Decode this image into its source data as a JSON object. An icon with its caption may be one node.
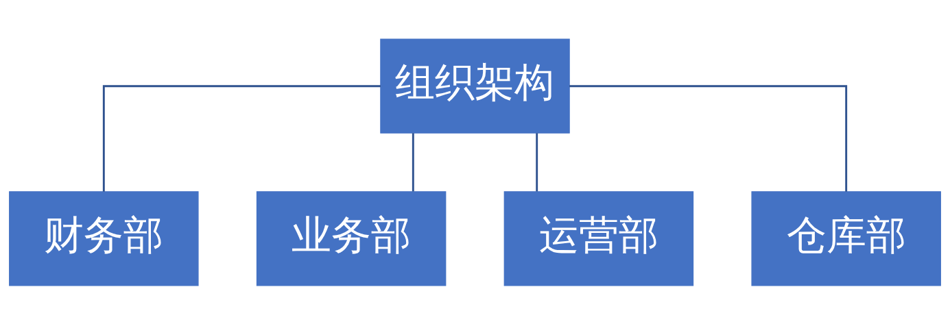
{
  "diagram": {
    "nodes": [
      {
        "text": [
          "组织架构"
        ]
      },
      {
        "text": [
          "财务部"
        ]
      },
      {
        "text": [
          "业务部"
        ]
      },
      {
        "text": [
          "运营部"
        ]
      },
      {
        "text": [
          "仓库部"
        ]
      }
    ],
    "edges": [
      {
        "from": 0,
        "to": 1,
        "arrow": "none"
      },
      {
        "from": 0,
        "to": 2,
        "arrow": "none"
      },
      {
        "from": 0,
        "to": 3,
        "arrow": "none"
      },
      {
        "from": 0,
        "to": 4,
        "arrow": "none"
      }
    ]
  }
}
